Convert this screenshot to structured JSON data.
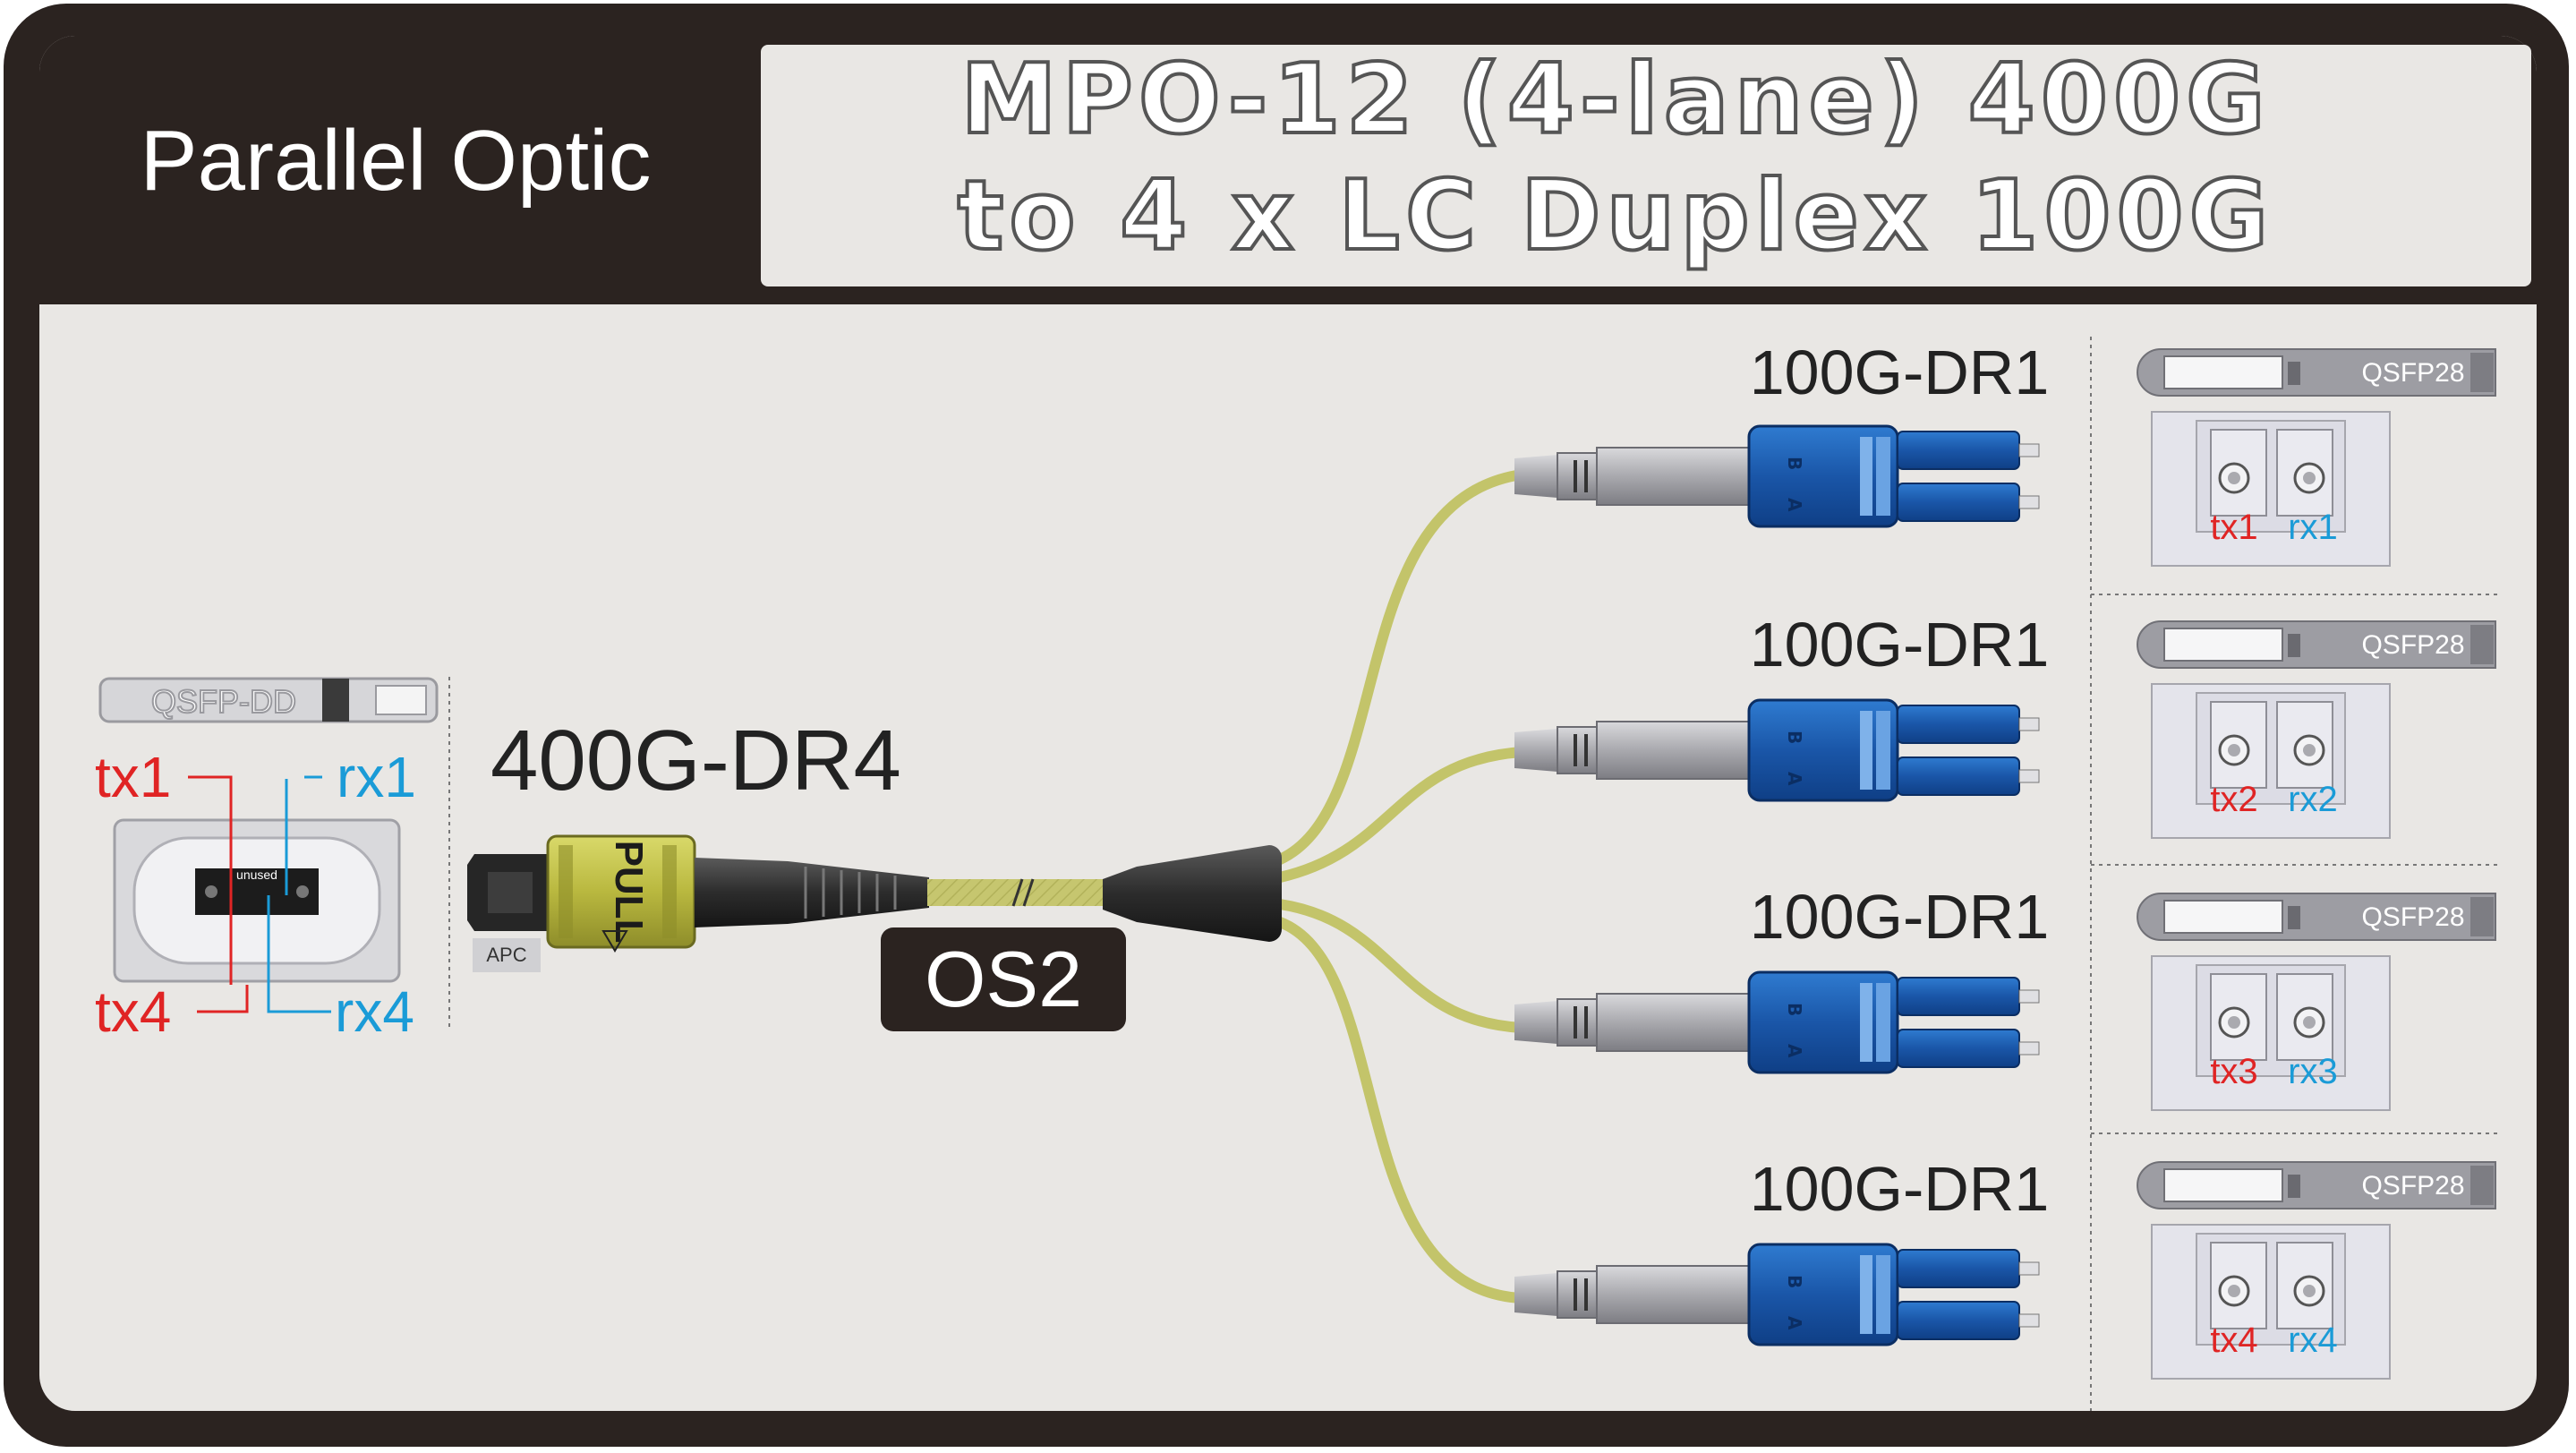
{
  "header": {
    "label": "Parallel Optic",
    "title_line1": "MPO-12 (4-lane) 400G",
    "title_line2": "to 4 x LC Duplex 100G"
  },
  "source": {
    "module": "QSFP-DD",
    "name": "400G-DR4",
    "polish": "APC",
    "pull_tab": "PULL",
    "port_label": "unused",
    "lanes": {
      "tx1": "tx1",
      "rx1": "rx1",
      "tx4": "tx4",
      "rx4": "rx4"
    }
  },
  "cable": {
    "type": "OS2"
  },
  "branches": [
    {
      "name": "100G-DR1",
      "module": "QSFP28",
      "tx": "tx1",
      "rx": "rx1"
    },
    {
      "name": "100G-DR1",
      "module": "QSFP28",
      "tx": "tx2",
      "rx": "rx2"
    },
    {
      "name": "100G-DR1",
      "module": "QSFP28",
      "tx": "tx3",
      "rx": "rx3"
    },
    {
      "name": "100G-DR1",
      "module": "QSFP28",
      "tx": "tx4",
      "rx": "rx4"
    }
  ],
  "colors": {
    "frame": "#2b2320",
    "panel": "#e9e7e4",
    "fiber": "#c3c46a",
    "boot": "#2f2f2f",
    "lc_blue": "#1c5fb5",
    "tx_red": "#e02424",
    "rx_blue": "#1a9bd7"
  },
  "icons": [
    "qsfp-dd-module-icon",
    "mpo-connector-icon",
    "lc-duplex-connector-icon",
    "qsfp28-module-icon",
    "breakout-boot-icon"
  ]
}
